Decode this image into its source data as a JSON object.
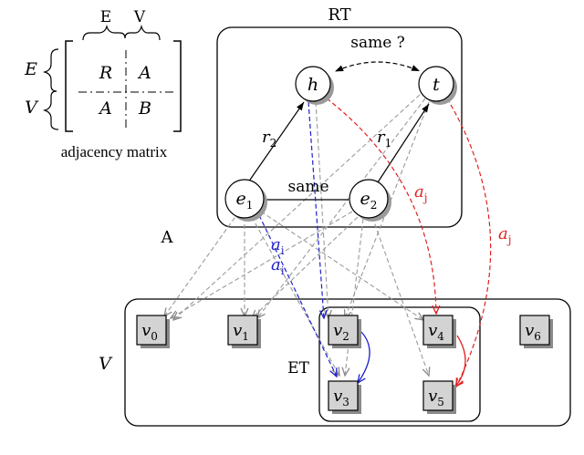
{
  "matrix": {
    "top_left_label": "E",
    "top_right_label": "V",
    "row_top_label": "E",
    "row_bottom_label": "V",
    "cell_r": "R",
    "cell_a_top": "A",
    "cell_a_bottom": "A",
    "cell_b": "B",
    "caption": "adjacency matrix"
  },
  "rt": {
    "title": "RT",
    "question": "same ?",
    "node_h": "h",
    "node_t": "t",
    "node_e1_base": "e",
    "node_e1_sub": "1",
    "node_e2_base": "e",
    "node_e2_sub": "2",
    "edge_r2_base": "r",
    "edge_r2_sub": "2",
    "edge_r1_base": "r",
    "edge_r1_sub": "1",
    "same_label": "same"
  },
  "region_labels": {
    "a_label": "A",
    "v_label": "V",
    "et_label": "ET"
  },
  "edge_labels": {
    "ai_base": "a",
    "ai_sub": "i",
    "aj_base": "a",
    "aj_sub": "j"
  },
  "v_nodes": [
    {
      "base": "v",
      "sub": "0"
    },
    {
      "base": "v",
      "sub": "1"
    },
    {
      "base": "v",
      "sub": "2"
    },
    {
      "base": "v",
      "sub": "3"
    },
    {
      "base": "v",
      "sub": "4"
    },
    {
      "base": "v",
      "sub": "5"
    },
    {
      "base": "v",
      "sub": "6"
    }
  ],
  "colors": {
    "blue": "#1f1fcc",
    "red": "#e02020",
    "gray": "#9a9a9a",
    "node_fill": "#d3d3d3"
  }
}
